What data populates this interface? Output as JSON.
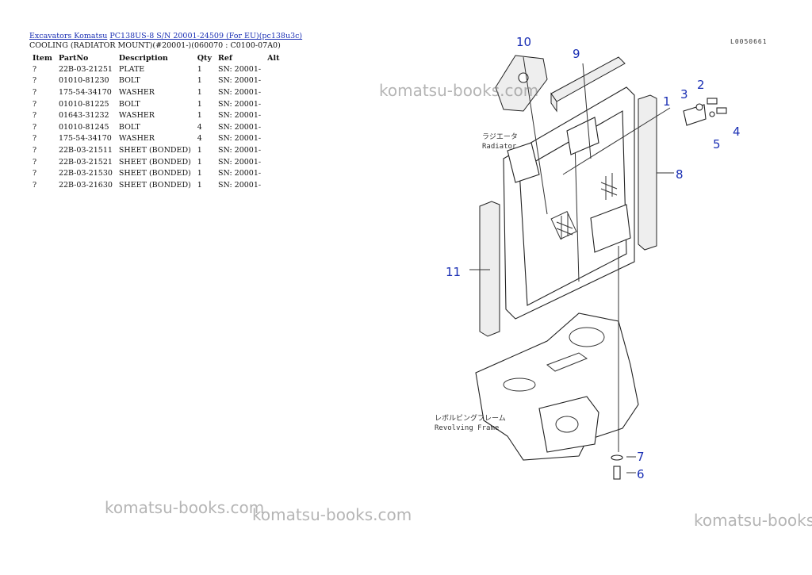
{
  "breadcrumb": {
    "link1": "Excavators Komatsu",
    "link2": "PC138US-8 S/N 20001-24509 (For EU)(pc138u3c)"
  },
  "subtitle": "COOLING (RADIATOR MOUNT)(#20001-)(060070 : C0100-07A0)",
  "table": {
    "headers": [
      "Item",
      "PartNo",
      "Description",
      "Qty",
      "Ref",
      "Alt"
    ],
    "rows": [
      {
        "item": "?",
        "partno": "22B-03-21251",
        "desc": "PLATE",
        "qty": "1",
        "ref": "SN: 20001-"
      },
      {
        "item": "?",
        "partno": "01010-81230",
        "desc": "BOLT",
        "qty": "1",
        "ref": "SN: 20001-"
      },
      {
        "item": "?",
        "partno": "175-54-34170",
        "desc": "WASHER",
        "qty": "1",
        "ref": "SN: 20001-"
      },
      {
        "item": "?",
        "partno": "01010-81225",
        "desc": "BOLT",
        "qty": "1",
        "ref": "SN: 20001-"
      },
      {
        "item": "?",
        "partno": "01643-31232",
        "desc": "WASHER",
        "qty": "1",
        "ref": "SN: 20001-"
      },
      {
        "item": "?",
        "partno": "01010-81245",
        "desc": "BOLT",
        "qty": "4",
        "ref": "SN: 20001-"
      },
      {
        "item": "?",
        "partno": "175-54-34170",
        "desc": "WASHER",
        "qty": "4",
        "ref": "SN: 20001-"
      },
      {
        "item": "?",
        "partno": "22B-03-21511",
        "desc": "SHEET (BONDED)",
        "qty": "1",
        "ref": "SN: 20001-"
      },
      {
        "item": "?",
        "partno": "22B-03-21521",
        "desc": "SHEET (BONDED)",
        "qty": "1",
        "ref": "SN: 20001-"
      },
      {
        "item": "?",
        "partno": "22B-03-21530",
        "desc": "SHEET (BONDED)",
        "qty": "1",
        "ref": "SN: 20001-"
      },
      {
        "item": "?",
        "partno": "22B-03-21630",
        "desc": "SHEET (BONDED)",
        "qty": "1",
        "ref": "SN: 20001-"
      }
    ]
  },
  "watermark": "komatsu-books.com",
  "diagram": {
    "code": "L0050661",
    "radiator_jp": "ラジエータ",
    "radiator_en": "Radiator",
    "frame_jp": "レボルビングフレーム",
    "frame_en": "Revolving Frame",
    "callouts": [
      "1",
      "2",
      "3",
      "4",
      "5",
      "6",
      "7",
      "8",
      "9",
      "10",
      "11"
    ]
  }
}
